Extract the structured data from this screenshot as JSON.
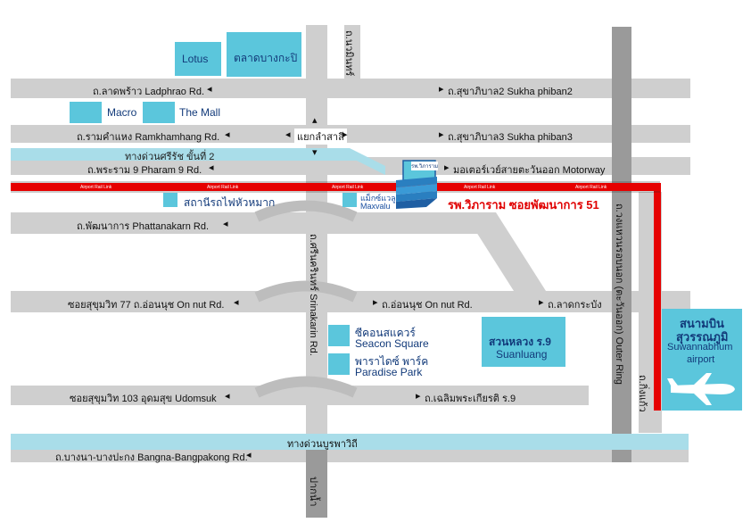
{
  "map": {
    "roads_h": {
      "ladphrao": "ถ.ลาดพร้าว Ladphrao Rd.",
      "sukhaphiban2": "ถ.สุขาภิบาล2 Sukha phiban2",
      "ramkhamhang": "ถ.รามคำแหง Ramkhamhang Rd.",
      "sukhaphiban3": "ถ.สุขาภิบาล3 Sukha phiban3",
      "pharam9": "ถ.พระราม 9 Pharam 9 Rd.",
      "motorway": "มอเตอร์เวย์สายตะวันออก Motorway",
      "phattanakarn": "ถ.พัฒนาการ Phattanakarn Rd.",
      "onnut_left": "ซอยสุขุมวิท 77 ถ.อ่อนนุช On nut Rd.",
      "onnut_right": "ถ.อ่อนนุช On nut Rd.",
      "latkrabang": "ถ.ลาดกระบัง",
      "udomsuk": "ซอยสุขุมวิท 103 อุดมสุข Udomsuk",
      "chaloem": "ถ.เฉลิมพระเกียรติ ร.9",
      "bangna": "ถ.บางนา-บางปะกง Bangna-Bangpakong Rd."
    },
    "roads_v": {
      "srinakarin": "ถ.ศรีนครินทร์ Srinakarin Rd.",
      "outer_ring": "ถ.วงแหวนรอบนอก (ตะวันออก) Outer Ring",
      "top_road": "ถ.นวมินทร์",
      "kingkaew": "ถ.กิ่งแก้ว",
      "pakn": "ปากน้ำ"
    },
    "junction": "แยกลำสาลี",
    "expressways": {
      "srirat": "ทางด่วนศรีรัช ขั้นที่ 2",
      "burapha": "ทางด่วนบูรพาวิถี"
    },
    "rail_label": "Airport Rail Link",
    "landmarks": {
      "lotus": "Lotus",
      "bangkapi": "ตลาดบางกะปิ",
      "macro": "Macro",
      "themall": "The Mall",
      "station": "สถานีรถไฟหัวหมาก",
      "maxvalu_th": "แม็กซ์แวลู",
      "maxvalu_en": "Maxvalu",
      "seacon_th": "ซีคอนสแควร์",
      "seacon_en": "Seacon Square",
      "paradise_th": "พาราไดซ์ พาร์ค",
      "paradise_en": "Paradise Park",
      "suanluang_th": "สวนหลวง ร.9",
      "suanluang_en": "Suanluang",
      "hospital": "รพ.วิภาราม ซอยพัฒนาการ 51",
      "hospital_sign": "รพ.วิภาราม",
      "airport_th1": "สนามบิน",
      "airport_th2": "สุวรรณภูมิ",
      "airport_en1": "Suwannabhum",
      "airport_en2": "airport"
    },
    "colors": {
      "road": "#cfcfcf",
      "outer_ring": "#9a9a9a",
      "expressway": "#a9dde9",
      "rail": "#e60000",
      "landmark": "#5bc6dc",
      "hospital": "#e00000"
    }
  }
}
